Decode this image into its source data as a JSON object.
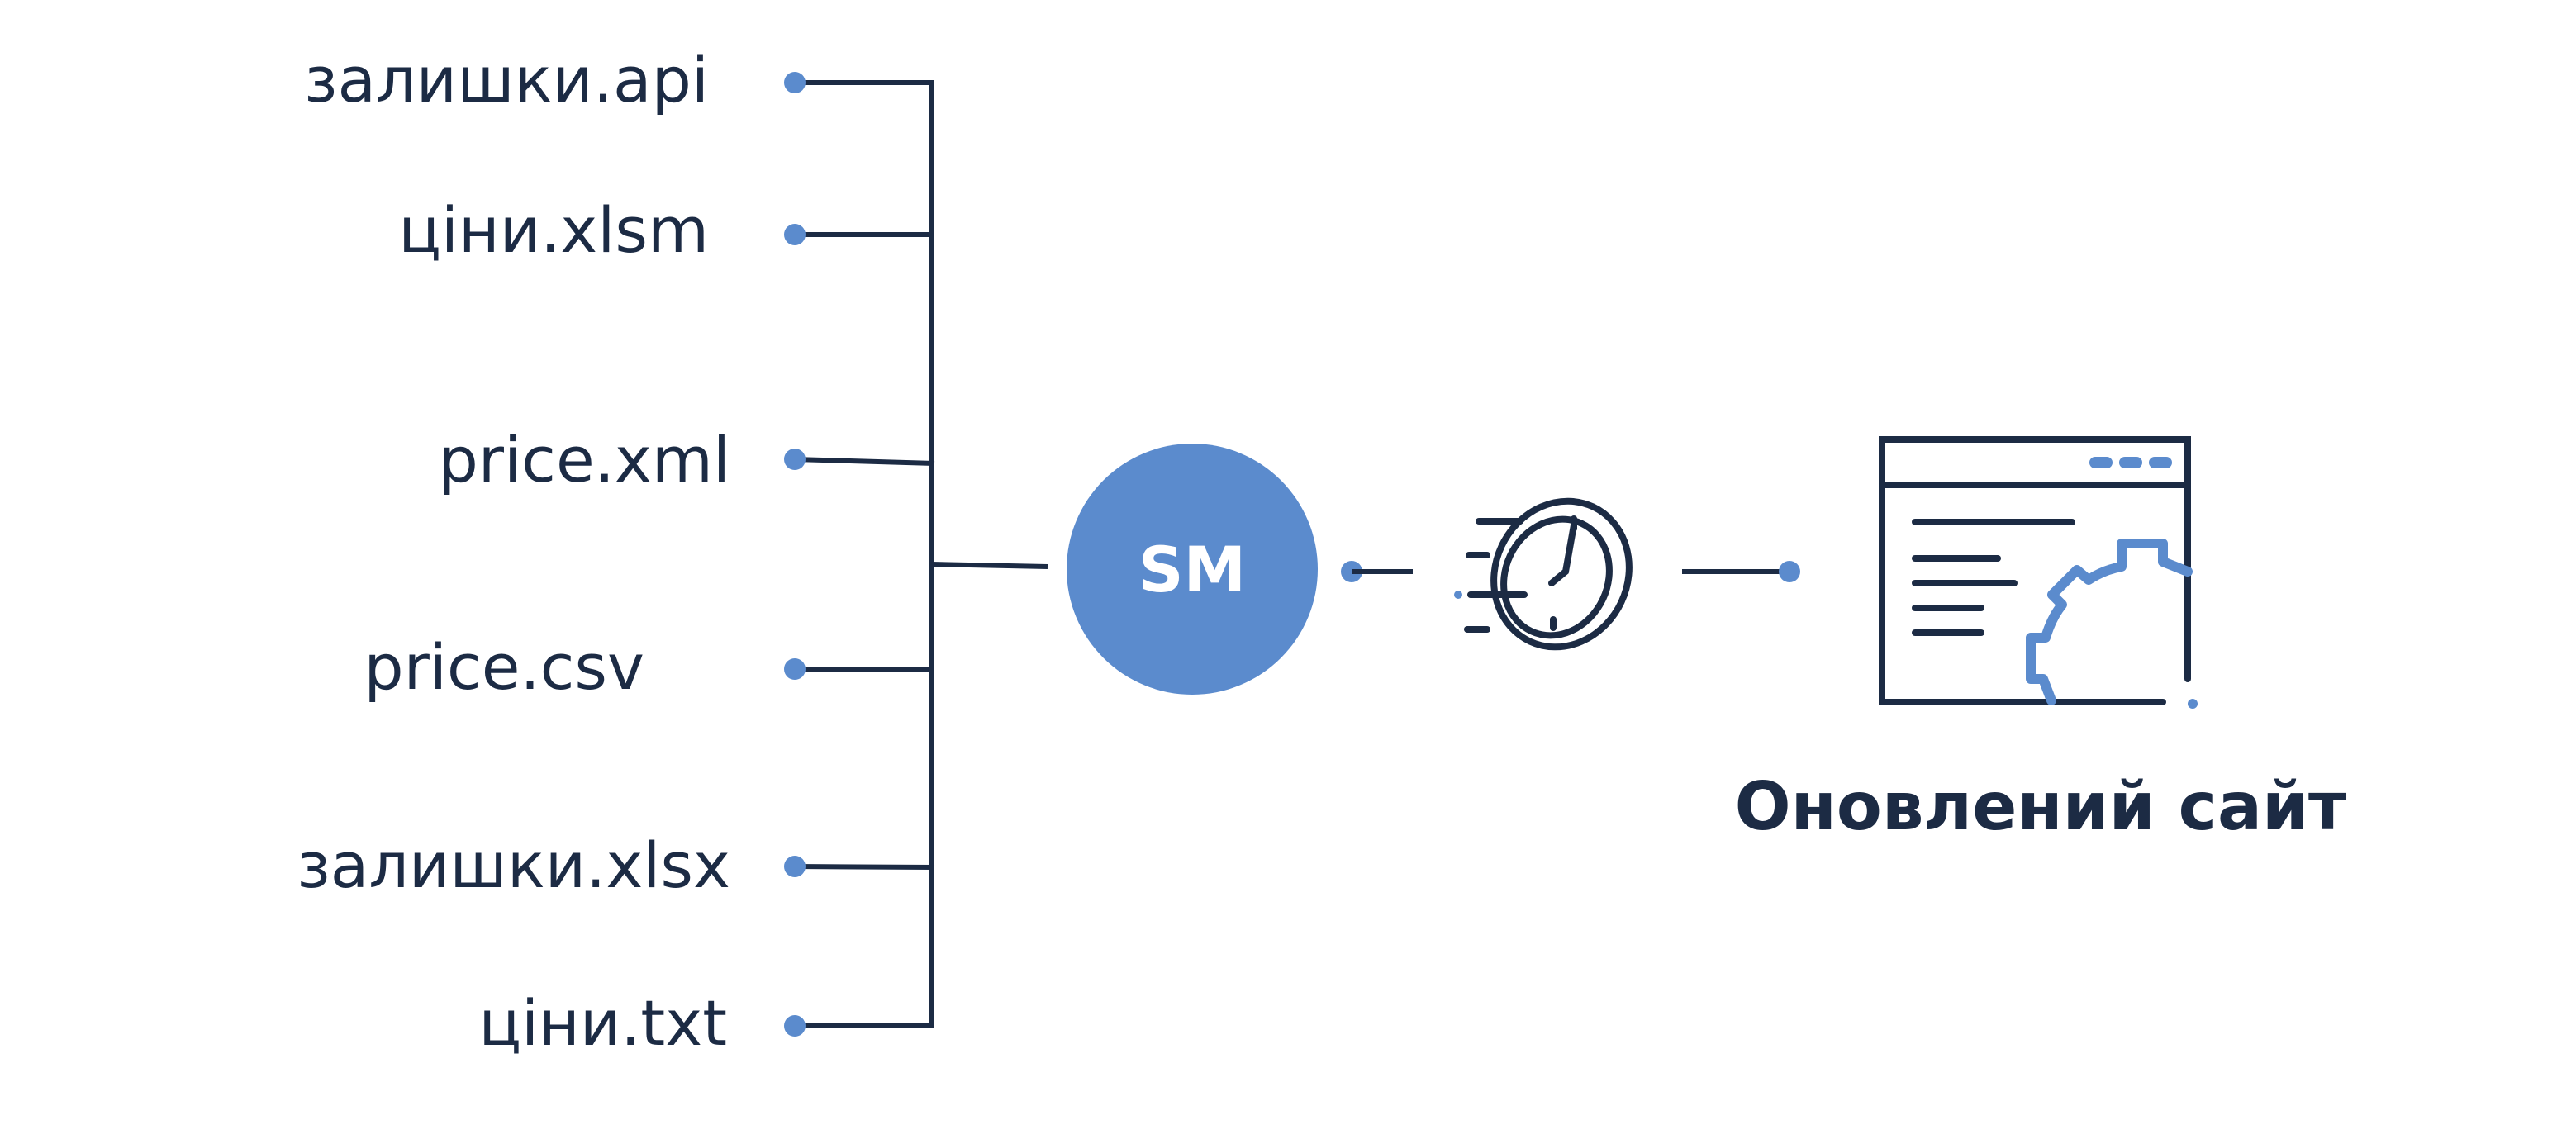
{
  "sources": [
    {
      "label": "залишки.api"
    },
    {
      "label": "ціни.xlsm"
    },
    {
      "label": "price.xml"
    },
    {
      "label": "price.csv"
    },
    {
      "label": "залишки.xlsx"
    },
    {
      "label": "ціни.txt"
    }
  ],
  "hub": {
    "label": "SM"
  },
  "target": {
    "label": "Оновлений сайт"
  },
  "colors": {
    "dark": "#1c2b44",
    "accent": "#5b8bcd",
    "background": "#ffffff"
  },
  "icons": {
    "speed": "fast-clock-icon",
    "site": "website-settings-icon"
  }
}
